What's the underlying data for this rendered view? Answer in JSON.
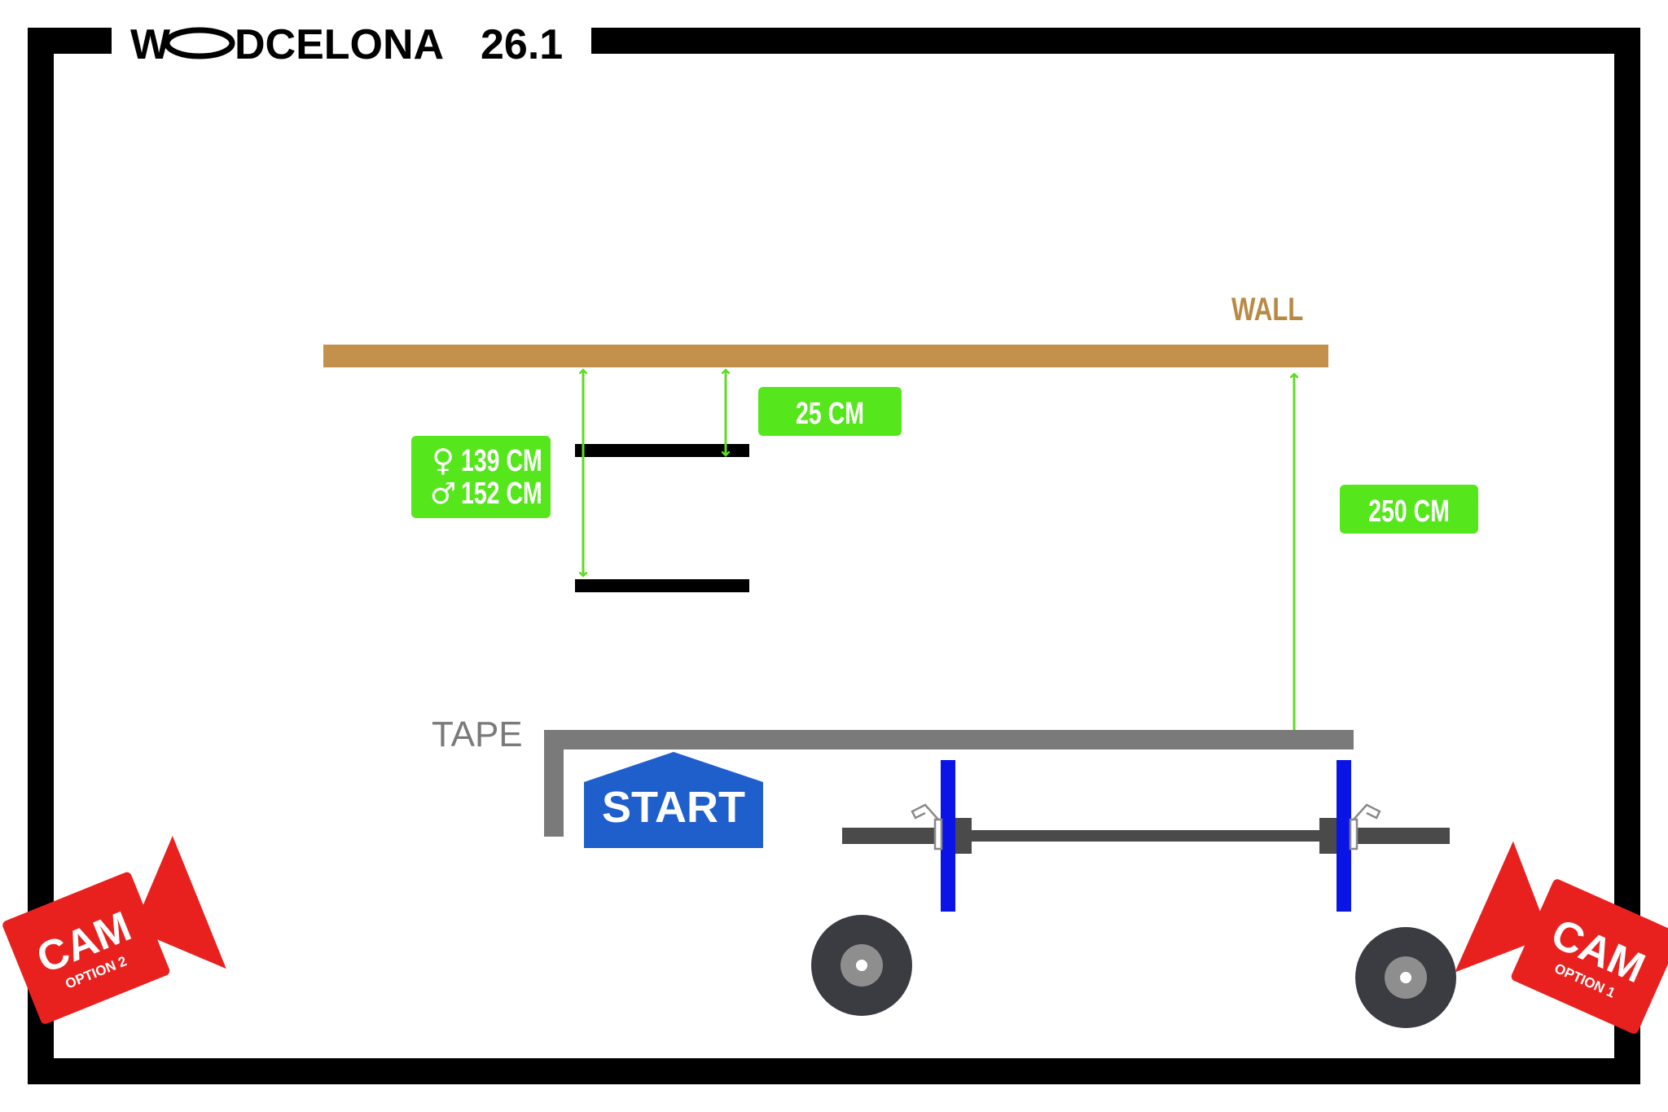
{
  "title": {
    "prefix": "W",
    "suffix": "DCELONA",
    "number": "26.1"
  },
  "labels": {
    "wall": "WALL",
    "tape": "TAPE",
    "start": "START",
    "dist_target": "25 CM",
    "dist_female": "139 CM",
    "dist_male": "152 CM",
    "dist_wall_tape": "250 CM",
    "female_symbol": "♀",
    "male_symbol": "♂"
  },
  "cameras": [
    {
      "label": "CAM",
      "option": "OPTION 2",
      "color": "#e8211f"
    },
    {
      "label": "CAM",
      "option": "OPTION 1",
      "color": "#e8211f"
    }
  ],
  "colors": {
    "frame": "#000000",
    "wall": "#c4914c",
    "wall_text": "#b98a45",
    "badge": "#55e61c",
    "arrow": "#5fdc23",
    "tape": "#7a7a7a",
    "start": "#1f5fcc",
    "plate": "#0a14e6",
    "bar": "#4a4a4a",
    "camera": "#e8211f"
  }
}
